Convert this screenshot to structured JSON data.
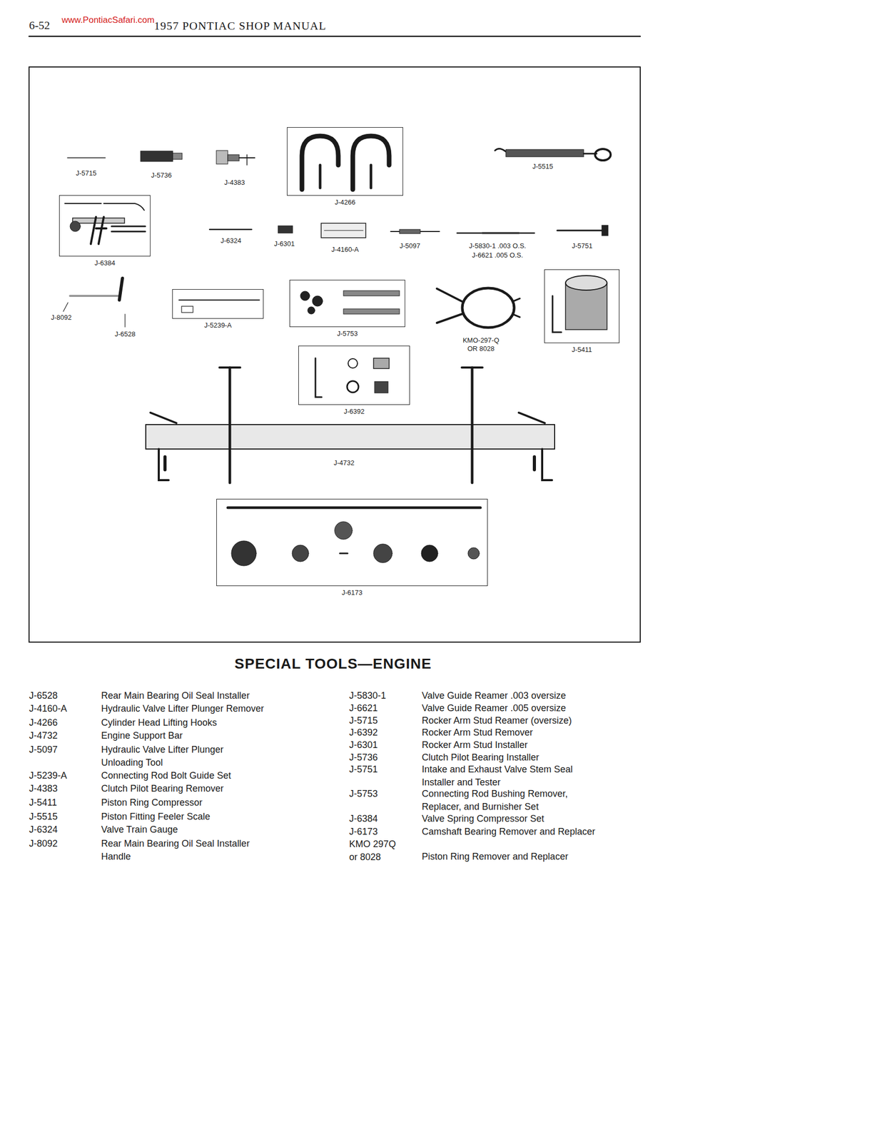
{
  "diagram": {
    "title": "SPECIAL TOOLS—ENGINE",
    "nodes": [
      {
        "text": [
          "J-4266"
        ]
      },
      {
        "text": [
          "J-6384"
        ]
      },
      {
        "text": [
          "J-5239-A"
        ]
      },
      {
        "text": [
          "J-5753"
        ]
      },
      {
        "text": [
          "J-5411"
        ]
      },
      {
        "text": [
          "J-6392"
        ]
      },
      {
        "text": [
          "J-6173"
        ]
      }
    ],
    "labels": [
      "6-52",
      "www.PontiacSafari.com",
      "1957 PONTIAC SHOP MANUAL",
      "J-5715",
      "J-5736",
      "J-4383",
      "J-5515",
      "J-6324",
      "J-6301",
      "J-4160-A",
      "J-5097",
      "J-5830-1 .003 O.S.",
      "J-6621 .005 O.S.",
      "J-5751",
      "J-8092",
      "J-6528",
      "KMO-297-Q OR 8028",
      "J-4732",
      "J-6528",
      "Rear Main Bearing Oil Seal Installer",
      "J-4160-A",
      "Hydraulic Valve Lifter Plunger Remover",
      "J-4266",
      "Cylinder Head Lifting Hooks",
      "J-4732",
      "Engine Support Bar",
      "J-5097",
      "Hydraulic Valve Lifter Plunger Unloading Tool",
      "J-5239-A",
      "Connecting Rod Bolt Guide Set",
      "J-4383",
      "Clutch Pilot Bearing Remover",
      "J-5411",
      "Piston Ring Compressor",
      "J-5515",
      "Piston Fitting Feeler Scale",
      "J-6324",
      "Valve Train Gauge",
      "J-8092",
      "Rear Main Bearing Oil Seal Installer Handle",
      "J-5830-1",
      "Valve Guide Reamer .003 oversize",
      "J-6621",
      "Valve Guide Reamer .005 oversize",
      "J-5715",
      "Rocker Arm Stud Reamer (oversize)",
      "J-6392",
      "Rocker Arm Stud Remover",
      "J-6301",
      "Rocker Arm Stud Installer",
      "J-5736",
      "Clutch Pilot Bearing Installer",
      "J-5751",
      "Intake and Exhaust Valve Stem Seal Installer and Tester",
      "J-5753",
      "Connecting Rod Bushing Remover, Replacer, and Burnisher Set",
      "J-6384",
      "Valve Spring Compressor Set",
      "J-6173",
      "Camshaft Bearing Remover and Replacer",
      "KMO 297Q or 8028",
      "Piston Ring Remover and Replacer"
    ]
  }
}
